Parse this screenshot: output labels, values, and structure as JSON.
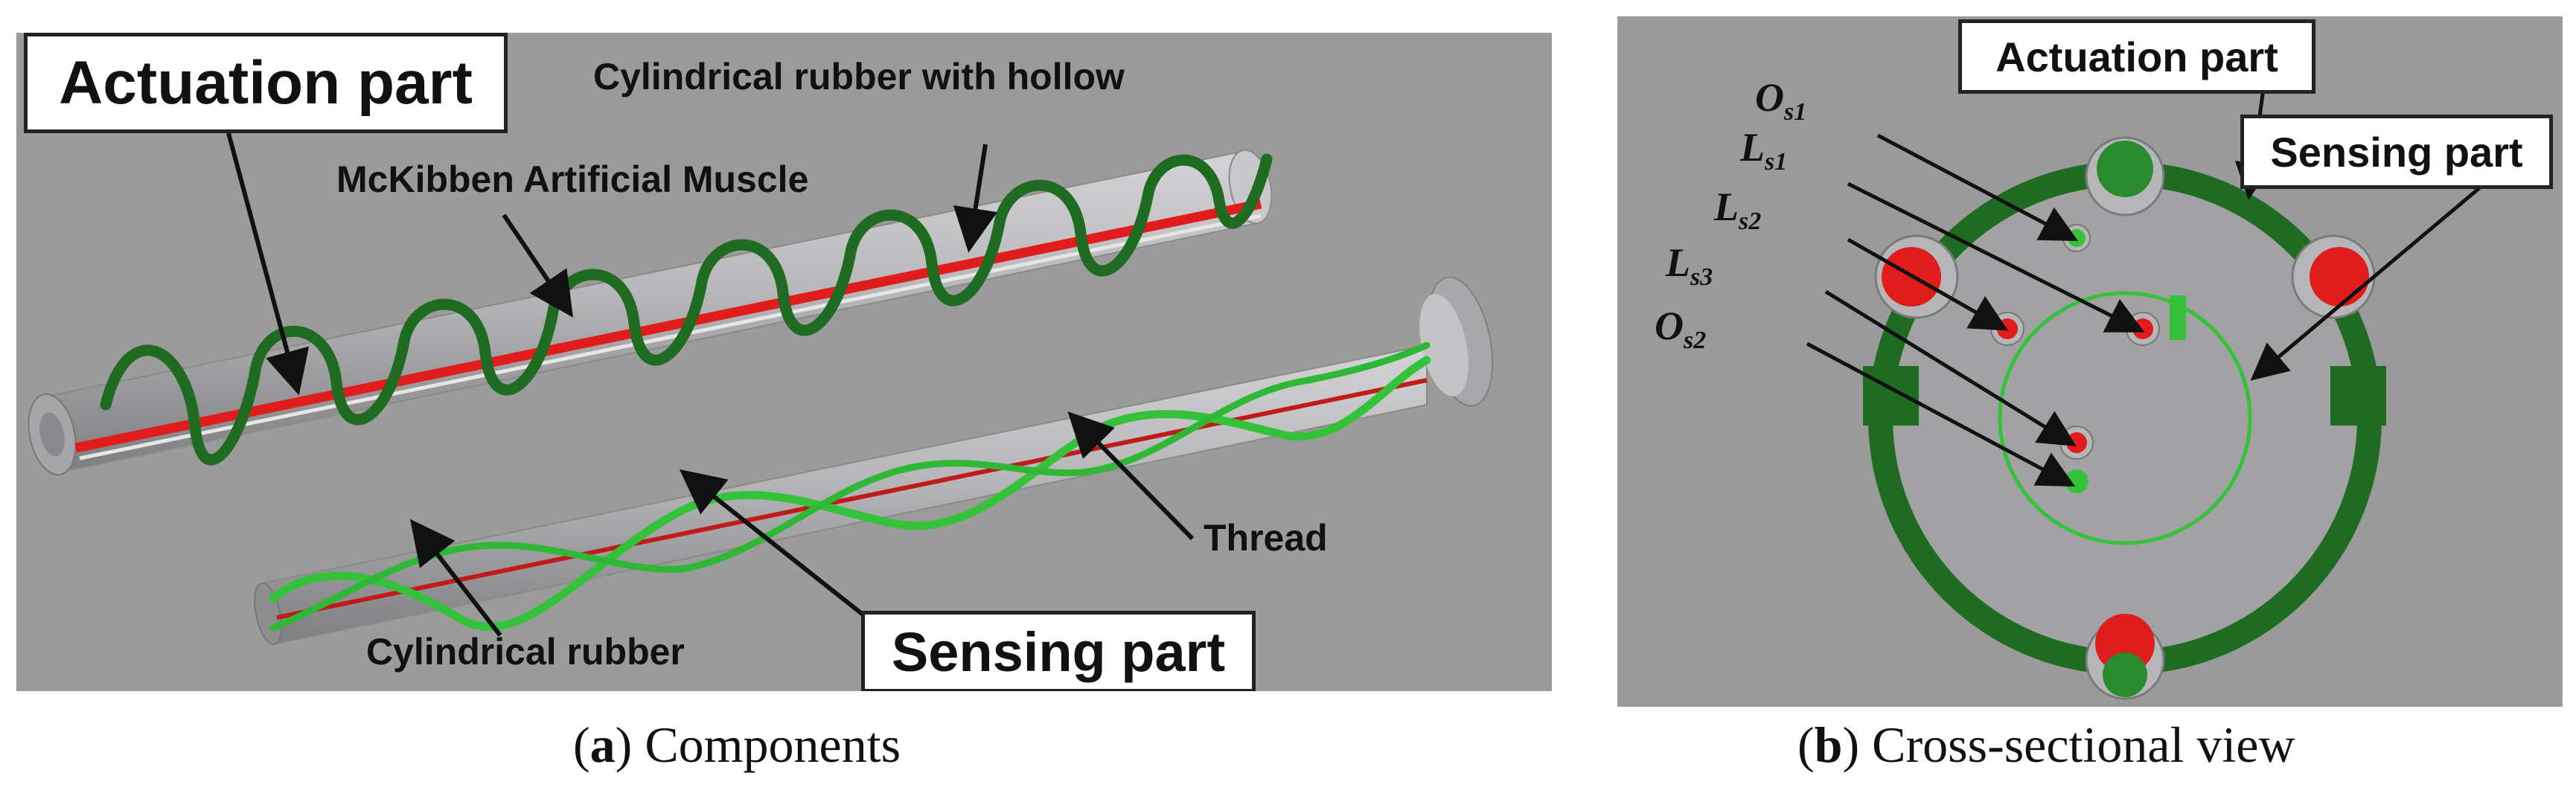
{
  "panel_a": {
    "labels": {
      "actuation_part": "Actuation part",
      "cylindrical_rubber_hollow": "Cylindrical rubber with hollow",
      "mckibben": "McKibben Artificial Muscle",
      "thread": "Thread",
      "sensing_part": "Sensing part",
      "cylindrical_rubber": "Cylindrical rubber"
    },
    "caption_letter": "a",
    "caption_text": "Components"
  },
  "panel_b": {
    "labels": {
      "actuation_part": "Actuation part",
      "sensing_part": "Sensing part"
    },
    "symbols": {
      "os1_base": "O",
      "os1_sub": "s1",
      "ls1_base": "L",
      "ls1_sub": "s1",
      "ls2_base": "L",
      "ls2_sub": "s2",
      "ls3_base": "L",
      "ls3_sub": "s3",
      "os2_base": "O",
      "os2_sub": "s2"
    },
    "caption_letter": "b",
    "caption_text": "Cross-sectional view"
  },
  "colors": {
    "background_gray": "#9b9b9b",
    "rubber_gray": "#b4b4b6",
    "muscle_dark_green": "#1f6b22",
    "thread_green": "#33c23a",
    "sensor_red": "#e01c1c"
  }
}
